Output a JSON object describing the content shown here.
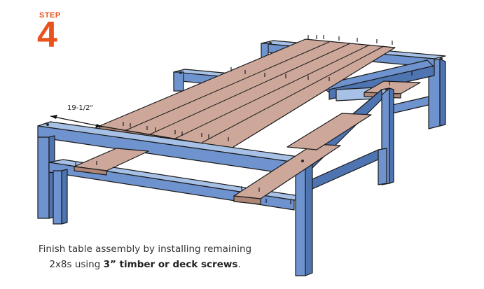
{
  "step": {
    "label": "STEP",
    "number": "4"
  },
  "dimension": {
    "text": "19-1/2\""
  },
  "caption": {
    "line1": "Finish table assembly by installing remaining",
    "line2_prefix": "2x8s using ",
    "line2_bold": "3” timber or deck screws",
    "line2_suffix": "."
  },
  "colors": {
    "accent": "#E8531E",
    "frame": "#6F93CF",
    "frame_dark": "#4E74B2",
    "frame_top": "#A6C0E6",
    "wood": "#CDA89A",
    "wood_dark": "#AE8677",
    "outline": "#1A1A1A"
  },
  "icons": [
    "dimension-arrow-icon",
    "screw-icon"
  ]
}
